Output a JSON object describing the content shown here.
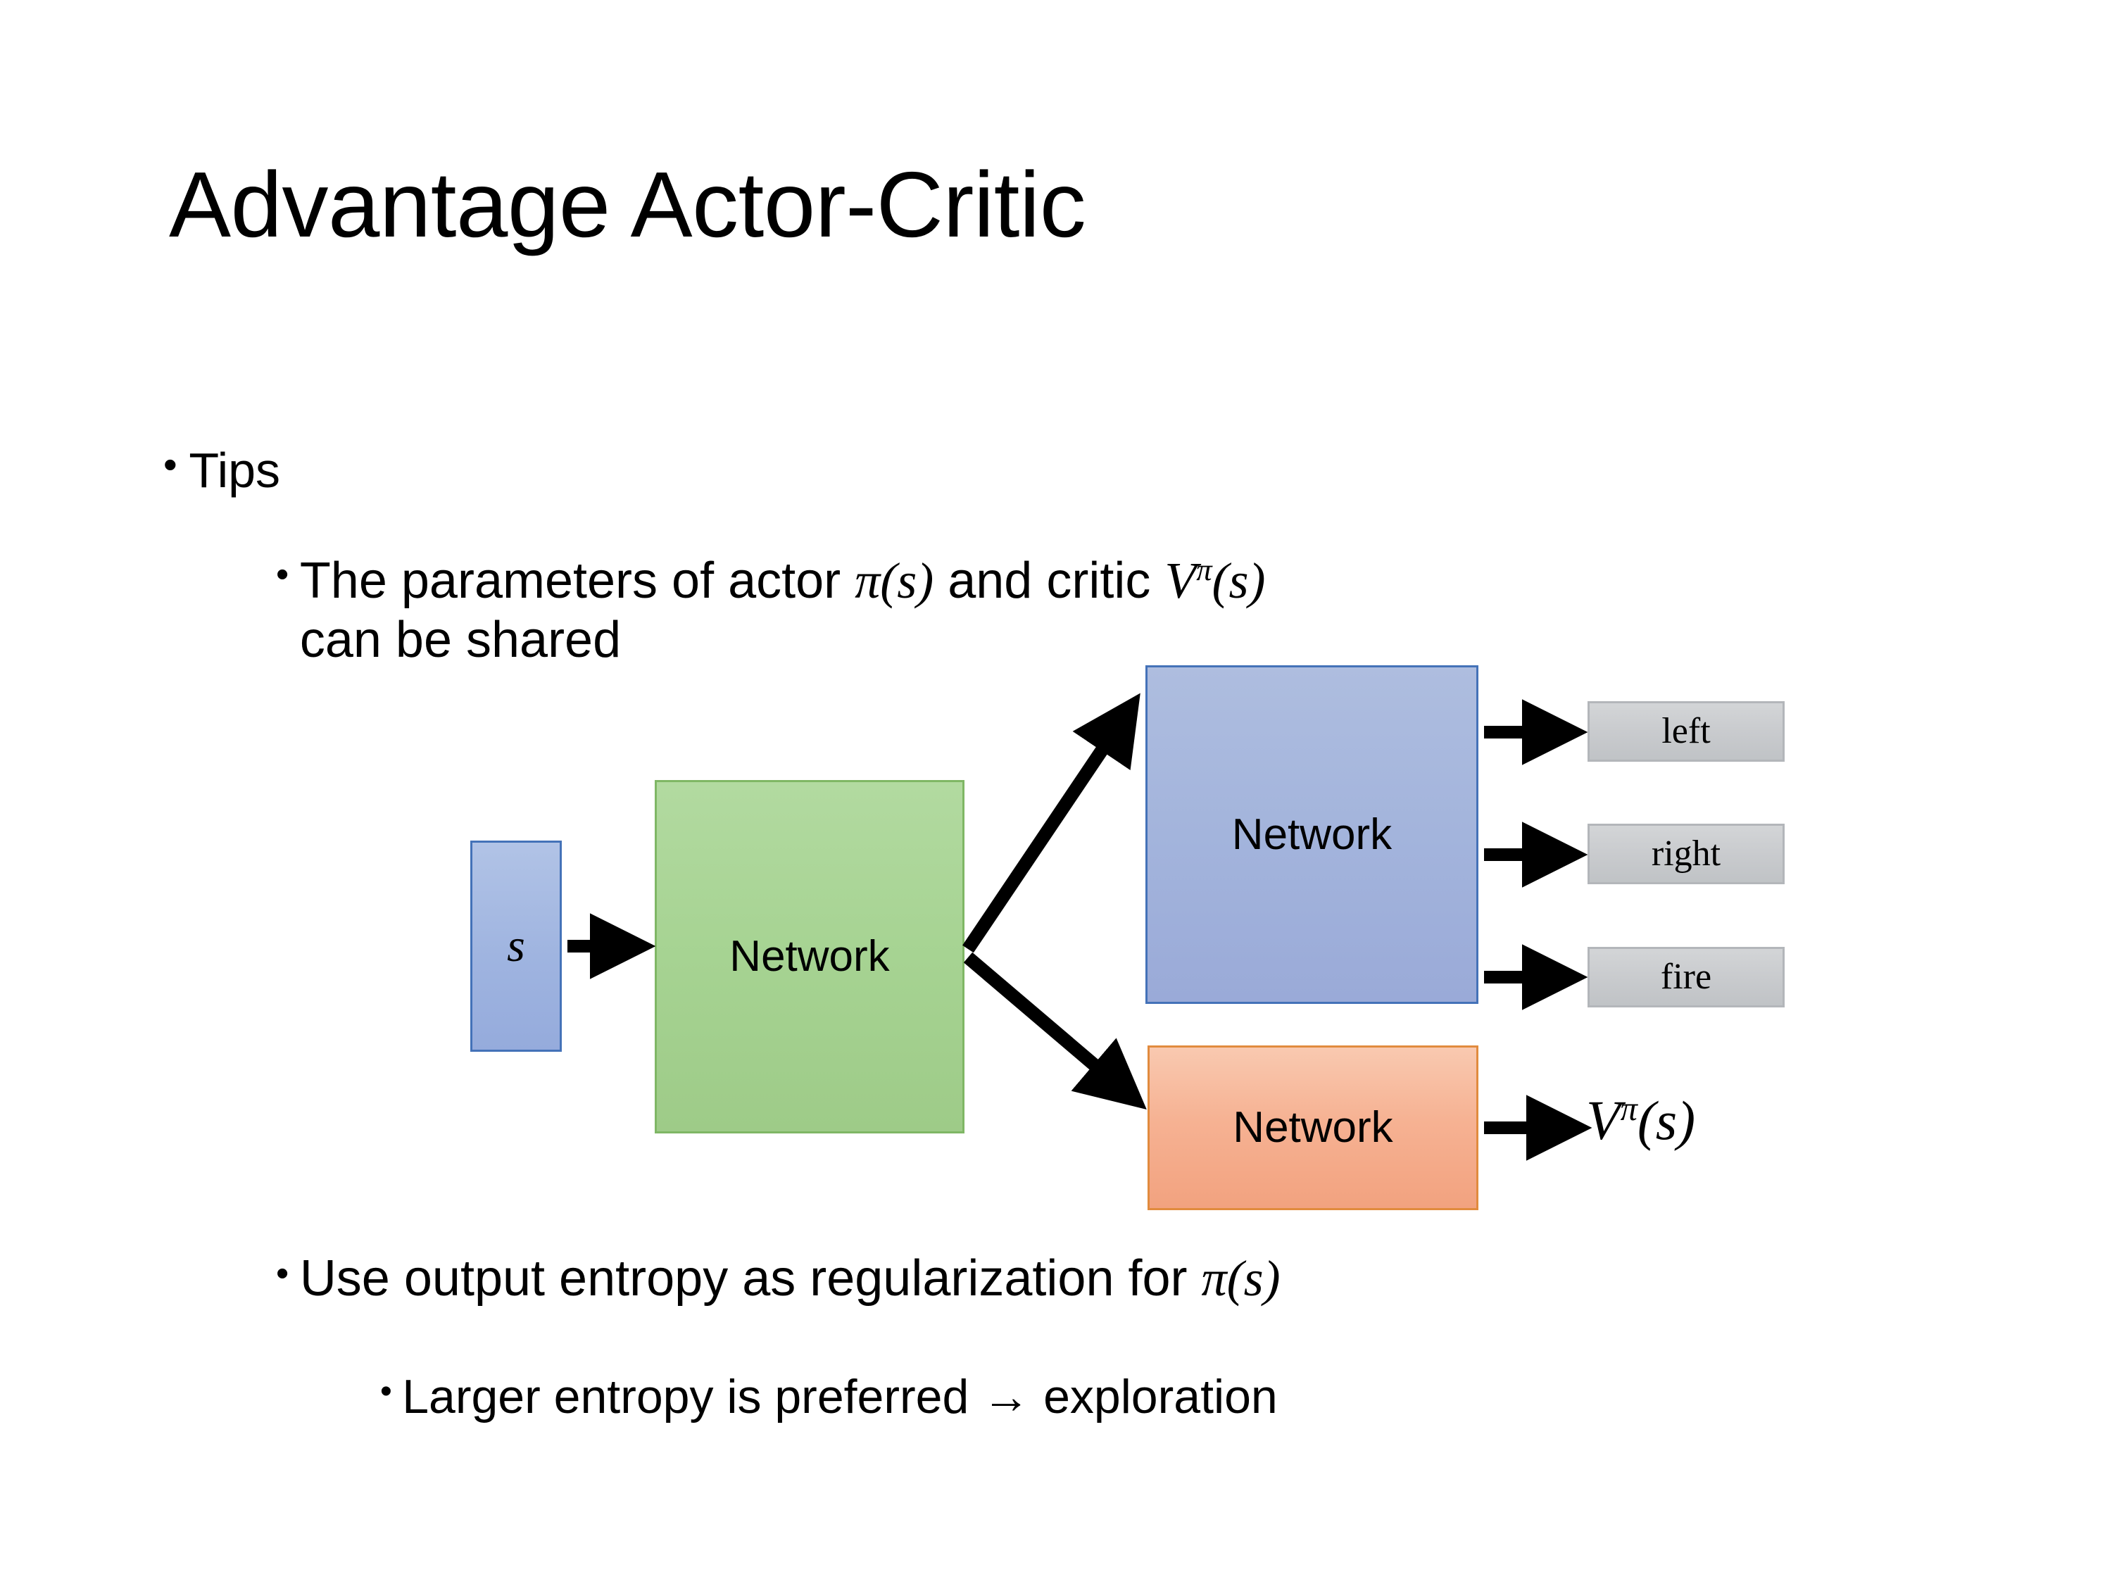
{
  "slide": {
    "title": "Advantage Actor-Critic",
    "background_color": "#ffffff"
  },
  "bullets": {
    "tips": {
      "marker": "•",
      "label": "Tips"
    },
    "shared_params": {
      "marker": "•",
      "text_part1": "The parameters of actor ",
      "math_actor": "π(s)",
      "text_part2": "  and critic ",
      "math_critic_base": "V",
      "math_critic_sup": "π",
      "math_critic_arg": "(s)",
      "text_part3": "can be shared",
      "full_text": "The parameters of actor π(s)  and critic Vπ(s) can be shared"
    },
    "entropy": {
      "marker": "•",
      "text_part1": "Use output entropy as regularization for ",
      "math_policy": "π(s)",
      "full_text": "Use output entropy as regularization for π(s)"
    },
    "larger_entropy": {
      "marker": "•",
      "label": "Larger entropy is preferred → exploration"
    }
  },
  "diagram": {
    "state_box": {
      "symbol": "s",
      "fill": "#a3b4dc",
      "border": "#4472b8"
    },
    "shared_network": {
      "label": "Network",
      "fill": "#a6d392",
      "border": "#7fb765"
    },
    "actor_network": {
      "label": "Network",
      "fill": "#a3b4dc",
      "border": "#4472b8"
    },
    "critic_network": {
      "label": "Network",
      "fill": "#f6b293",
      "border": "#e18b3e"
    },
    "action_outputs": [
      {
        "label": "left"
      },
      {
        "label": "right"
      },
      {
        "label": "fire"
      }
    ],
    "critic_output": {
      "base": "V",
      "superscript": "π",
      "argument": "(s)",
      "full": "Vπ(s)"
    },
    "arrow_color": "#000000"
  }
}
